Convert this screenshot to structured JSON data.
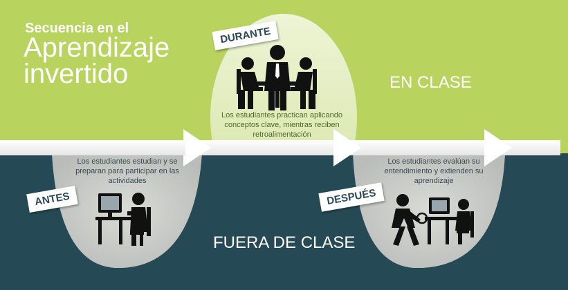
{
  "title": {
    "line1": "Secuencia en el",
    "line2": "Aprendizaje invertido"
  },
  "zones": {
    "top": "EN CLASE",
    "bottom": "FUERA DE CLASE"
  },
  "stages": {
    "durante": {
      "label": "DURANTE",
      "text": "Los estudiantes practican aplicando conceptos clave, mientras reciben retroalimentación",
      "icon": "meeting-icon"
    },
    "antes": {
      "label": "ANTES",
      "text": "Los estudiantes estudian y se preparan para participar en las actividades",
      "icon": "student-computer-icon"
    },
    "despues": {
      "label": "DESPUÉS",
      "text": "Los estudiantes evalúan su entendimiento y extienden su aprendizaje",
      "icon": "evaluation-icon"
    }
  },
  "colors": {
    "top_band": "#b8d35e",
    "bottom_band": "#264a55",
    "arrow": "#ffffff",
    "bubble": "#c5c8c3",
    "bubble_top": "#dce9b6"
  }
}
